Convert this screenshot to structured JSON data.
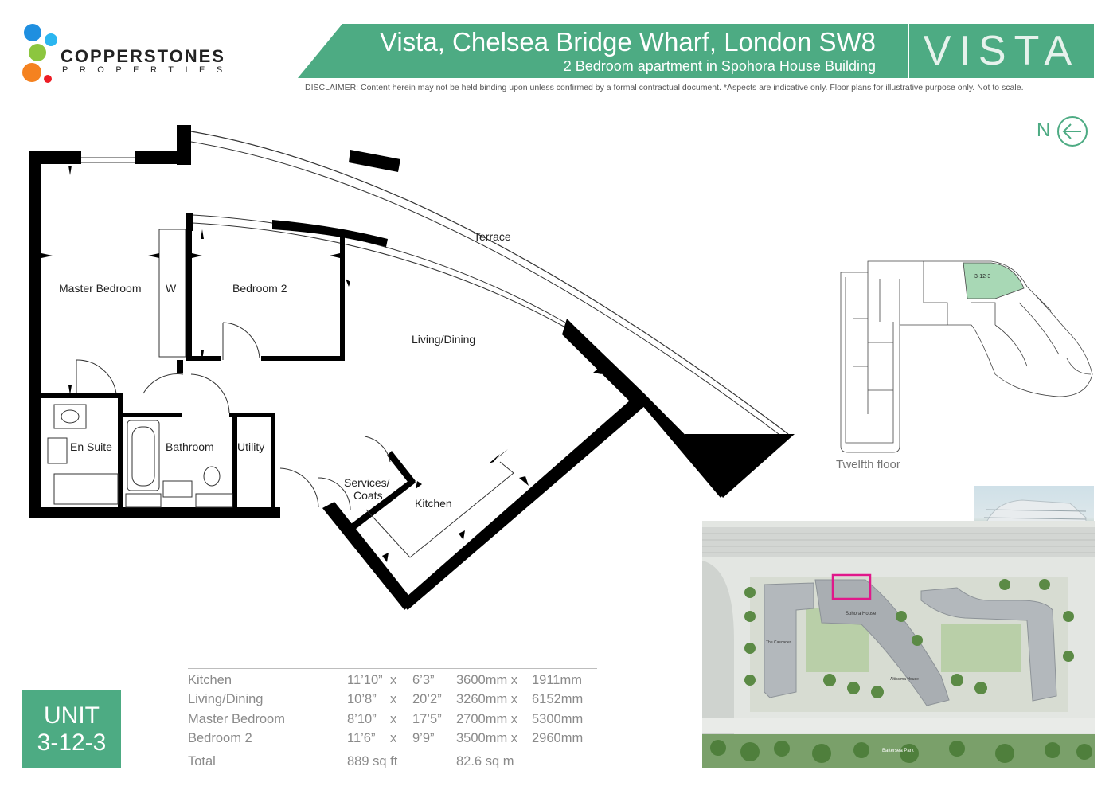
{
  "company": {
    "name": "COPPERSTONES",
    "sub": "PROPERTIES"
  },
  "header": {
    "title": "Vista, Chelsea Bridge Wharf, London SW8",
    "subtitle": "2 Bedroom apartment in  Spohora House Building",
    "brand": "VISTA",
    "disclaimer": "DISCLAIMER:  Content herein may not be held binding upon unless confirmed by a formal contractual document. *Aspects are indicative only.  Floor plans for illustrative purpose only. Not to scale."
  },
  "compass": {
    "letter": "N",
    "icon": "arrow-left-circle-icon"
  },
  "rooms": {
    "terrace": "Terrace",
    "master_bedroom": "Master Bedroom",
    "wardrobe": "W",
    "bedroom2": "Bedroom 2",
    "living": "Living/Dining",
    "en_suite": "En Suite",
    "bathroom": "Bathroom",
    "utility": "Utility",
    "services_line1": "Services/",
    "services_line2": "Coats",
    "kitchen": "Kitchen"
  },
  "key_plan": {
    "unit_label": "3-12-3",
    "floor": "Twelfth floor"
  },
  "site_plan": {
    "labels": [
      "Sphora House",
      "The Cascades",
      "Altissima House",
      "Battersea Park"
    ]
  },
  "unit": {
    "label": "UNIT",
    "number": "3-12-3"
  },
  "dimensions": [
    {
      "room": "Kitchen",
      "ft1": "11’10”",
      "x": "x",
      "ft2": "6’3”",
      "mm1": "3600mm x",
      "mm2": "1911mm"
    },
    {
      "room": "Living/Dining",
      "ft1": "10’8”",
      "x": "x",
      "ft2": "20’2”",
      "mm1": "3260mm x",
      "mm2": "6152mm"
    },
    {
      "room": "Master Bedroom",
      "ft1": "8’10”",
      "x": "x",
      "ft2": "17’5”",
      "mm1": "2700mm x",
      "mm2": "5300mm"
    },
    {
      "room": "Bedroom 2",
      "ft1": "11’6”",
      "x": "x",
      "ft2": "9’9”",
      "mm1": "3500mm x",
      "mm2": "2960mm"
    }
  ],
  "total": {
    "label": "Total",
    "sqft": "889 sq ft",
    "sqm": "82.6 sq m"
  },
  "colors": {
    "brand_green": "#4dab83",
    "highlight_magenta": "#e0188a",
    "wall": "#000000"
  }
}
